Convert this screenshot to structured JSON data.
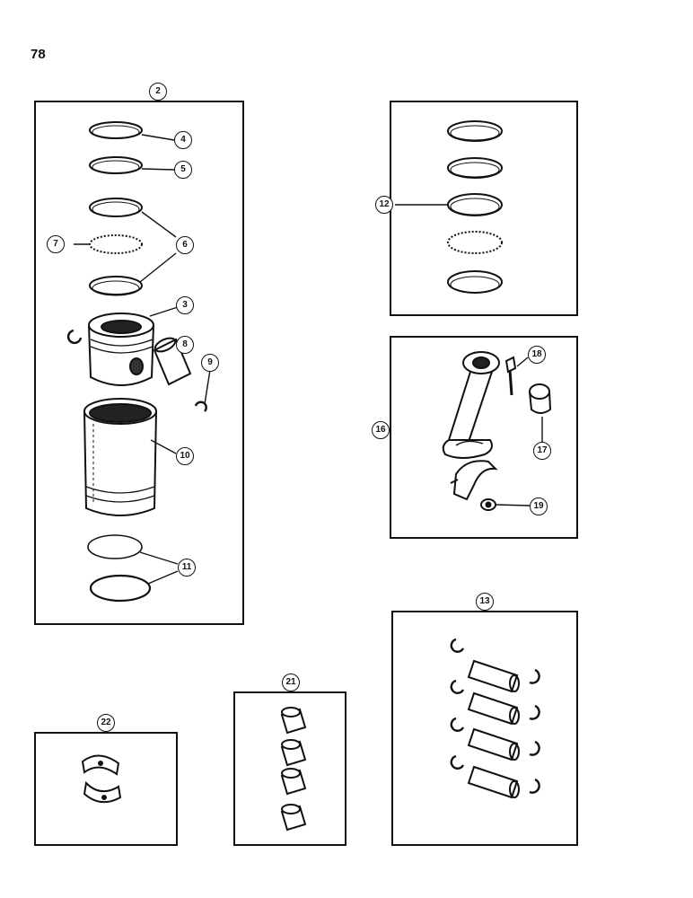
{
  "page": {
    "number": "78"
  },
  "callouts": {
    "c2": "2",
    "c3": "3",
    "c4": "4",
    "c5": "5",
    "c6": "6",
    "c7": "7",
    "c8": "8",
    "c9": "9",
    "c10": "10",
    "c11": "11",
    "c12": "12",
    "c13": "13",
    "c16": "16",
    "c17": "17",
    "c18": "18",
    "c19": "19",
    "c21": "21",
    "c22": "22"
  }
}
